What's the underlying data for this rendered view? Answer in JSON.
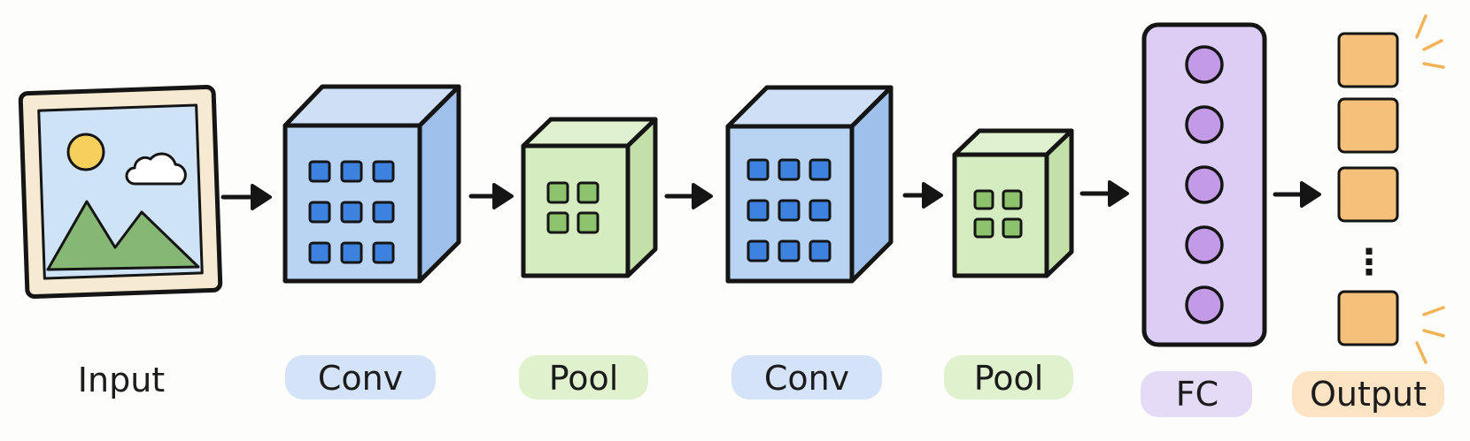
{
  "diagram": {
    "stages": [
      {
        "id": "input",
        "label": "Input"
      },
      {
        "id": "conv1",
        "label": "Conv"
      },
      {
        "id": "pool1",
        "label": "Pool"
      },
      {
        "id": "conv2",
        "label": "Conv"
      },
      {
        "id": "pool2",
        "label": "Pool"
      },
      {
        "id": "fc",
        "label": "FC"
      },
      {
        "id": "output",
        "label": "Output"
      }
    ],
    "output_ellipsis": "⋮",
    "colors": {
      "conv": "#b9d3f3",
      "conv_side": "#9fc0ea",
      "pool": "#d5ebc0",
      "pool_side": "#c3e0a8",
      "fc": "#dccdf4",
      "fc_node": "#c29ae6",
      "output": "#f5c07a",
      "input_frame": "#f6ead2",
      "sky": "#cfe3f7",
      "sun": "#f7cf5c",
      "mountain": "#86b774",
      "conv_cell": "#3d82df",
      "pool_cell": "#8dc36c",
      "conv_tag": "#cfe0f6",
      "pool_tag": "#dcefc8",
      "fc_tag": "#e3d7f5",
      "output_tag": "#fbe0bd"
    }
  }
}
